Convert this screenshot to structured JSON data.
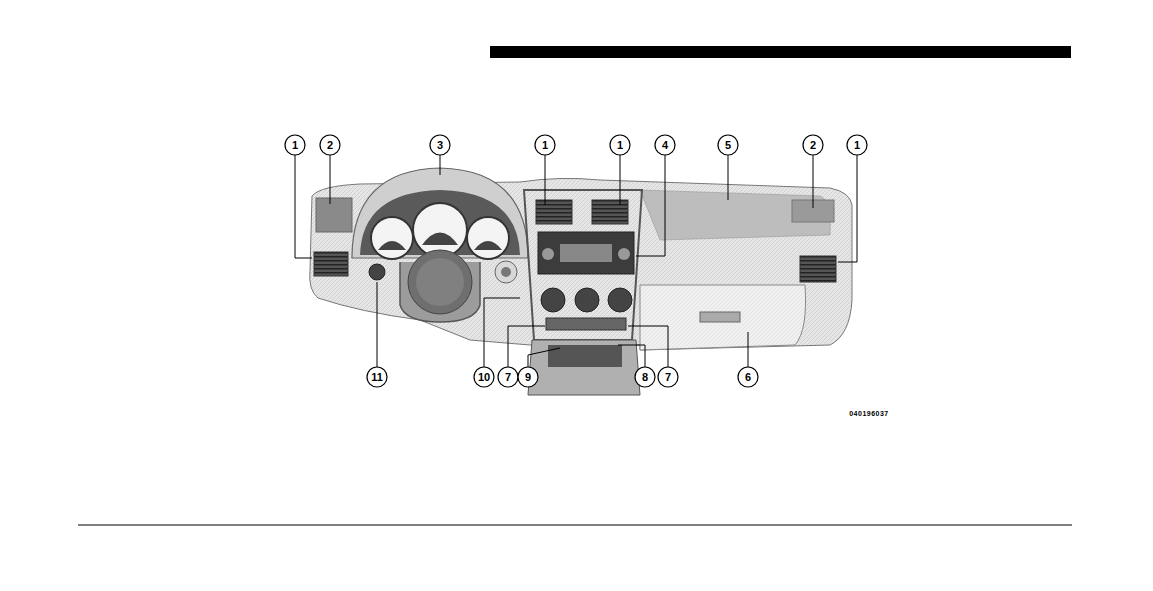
{
  "diagram": {
    "labels": [
      "1",
      "2",
      "3",
      "1",
      "1",
      "4",
      "5",
      "2",
      "1",
      "11",
      "10",
      "7",
      "9",
      "8",
      "7",
      "6",
      "040196037"
    ]
  }
}
